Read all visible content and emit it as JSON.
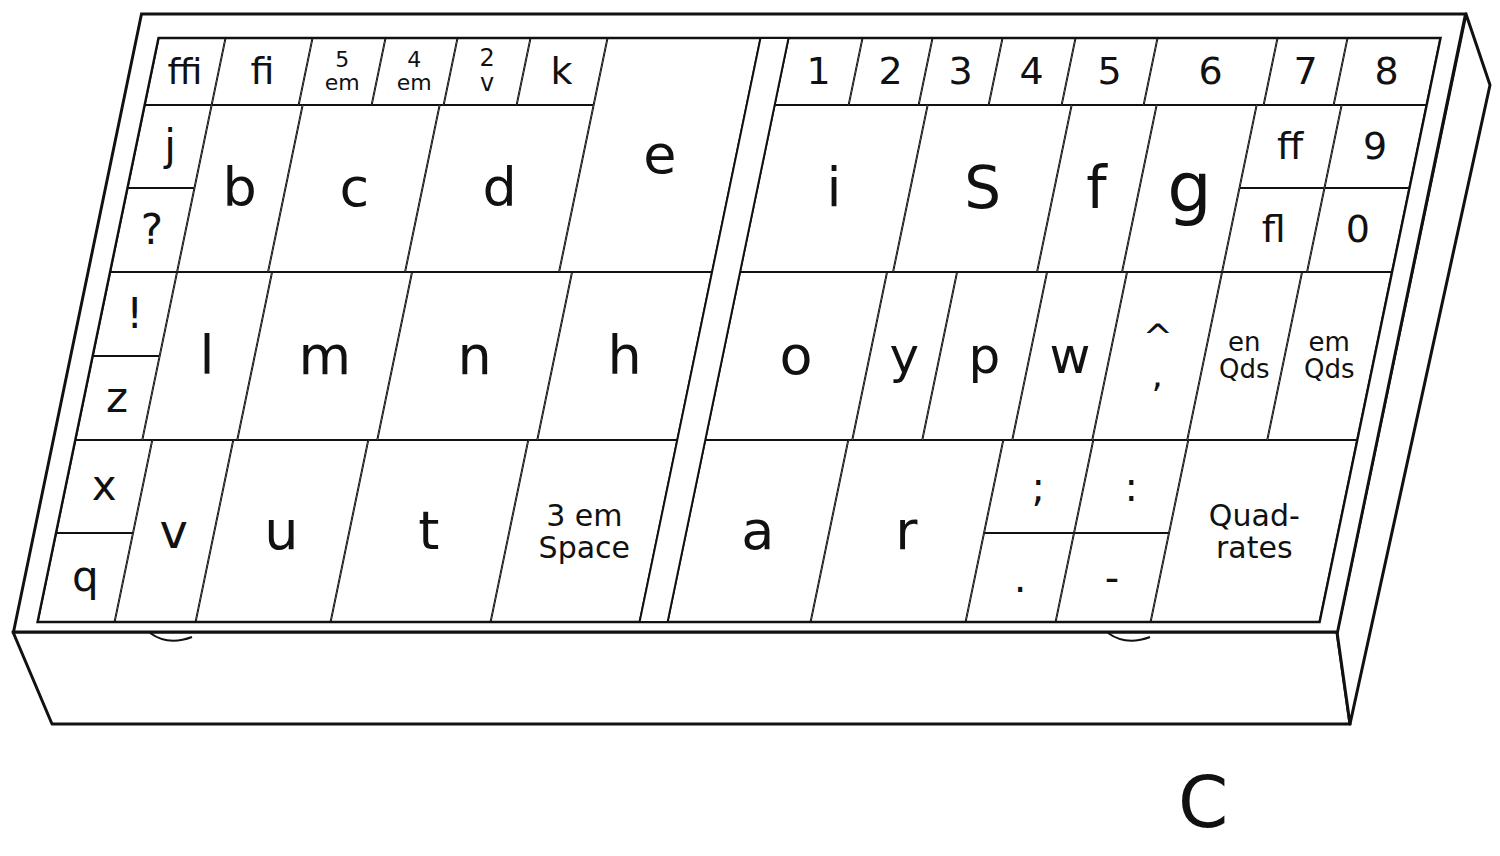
{
  "diagram": {
    "nodes": [
      {
        "text": [
          "ffi"
        ]
      },
      {
        "text": [
          "fi"
        ]
      },
      {
        "text": [
          "5 em"
        ]
      },
      {
        "text": [
          "4 em"
        ]
      },
      {
        "text": [
          "2 v"
        ]
      },
      {
        "text": [
          "k"
        ]
      },
      {
        "text": [
          "e"
        ]
      },
      {
        "text": [
          "1"
        ]
      },
      {
        "text": [
          "2"
        ]
      },
      {
        "text": [
          "3"
        ]
      },
      {
        "text": [
          "4"
        ]
      },
      {
        "text": [
          "5"
        ]
      },
      {
        "text": [
          "6"
        ]
      },
      {
        "text": [
          "7"
        ]
      },
      {
        "text": [
          "8"
        ]
      },
      {
        "text": [
          "j"
        ]
      },
      {
        "text": [
          "b"
        ]
      },
      {
        "text": [
          "c"
        ]
      },
      {
        "text": [
          "d"
        ]
      },
      {
        "text": [
          "i"
        ]
      },
      {
        "text": [
          "S"
        ]
      },
      {
        "text": [
          "f"
        ]
      },
      {
        "text": [
          "g"
        ]
      },
      {
        "text": [
          "ff"
        ]
      },
      {
        "text": [
          "9"
        ]
      },
      {
        "text": [
          "?"
        ]
      },
      {
        "text": [
          "fl"
        ]
      },
      {
        "text": [
          "0"
        ]
      },
      {
        "text": [
          "!"
        ]
      },
      {
        "text": [
          "l"
        ]
      },
      {
        "text": [
          "m"
        ]
      },
      {
        "text": [
          "n"
        ]
      },
      {
        "text": [
          "h"
        ]
      },
      {
        "text": [
          "o"
        ]
      },
      {
        "text": [
          "y"
        ]
      },
      {
        "text": [
          "p"
        ]
      },
      {
        "text": [
          "w"
        ]
      },
      {
        "text": [
          "^ ,"
        ]
      },
      {
        "text": [
          "en Qds"
        ]
      },
      {
        "text": [
          "em Qds"
        ]
      },
      {
        "text": [
          "z"
        ]
      },
      {
        "text": [
          "x"
        ]
      },
      {
        "text": [
          "v"
        ]
      },
      {
        "text": [
          "u"
        ]
      },
      {
        "text": [
          "t"
        ]
      },
      {
        "text": [
          "3 em Space"
        ]
      },
      {
        "text": [
          "a"
        ]
      },
      {
        "text": [
          "r"
        ]
      },
      {
        "text": [
          ";"
        ]
      },
      {
        "text": [
          ":"
        ]
      },
      {
        "text": [
          "Quad- rates"
        ]
      },
      {
        "text": [
          "q"
        ]
      },
      {
        "text": [
          "."
        ]
      },
      {
        "text": [
          "-"
        ]
      }
    ],
    "labels": [
      "C"
    ]
  }
}
